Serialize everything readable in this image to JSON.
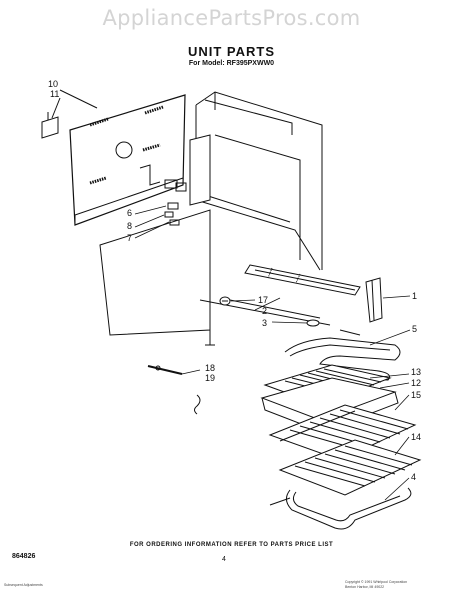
{
  "watermark": "AppliancePartsPros.com",
  "header": {
    "title": "UNIT PARTS",
    "model": "For Model: RF395PXWW0"
  },
  "callouts": {
    "c10": "10",
    "c11": "11",
    "c6": "6",
    "c8": "8",
    "c7": "7",
    "c17": "17",
    "c2": "2",
    "c3": "3",
    "c1": "1",
    "c5": "5",
    "c18": "18",
    "c19": "19",
    "c13": "13",
    "c12": "12",
    "c15": "15",
    "c14": "14",
    "c4": "4"
  },
  "footer": {
    "doc_code": "864826",
    "note": "FOR ORDERING INFORMATION REFER TO PARTS PRICE LIST",
    "page": "4",
    "fine_left": "Subsequent Adjustments",
    "fine_right_1": "Copyright © 1991 Whirlpool Corporation",
    "fine_right_2": "Benton Harbor, MI 49022"
  },
  "colors": {
    "line": "#111111",
    "watermark": "#d4d4d4"
  }
}
